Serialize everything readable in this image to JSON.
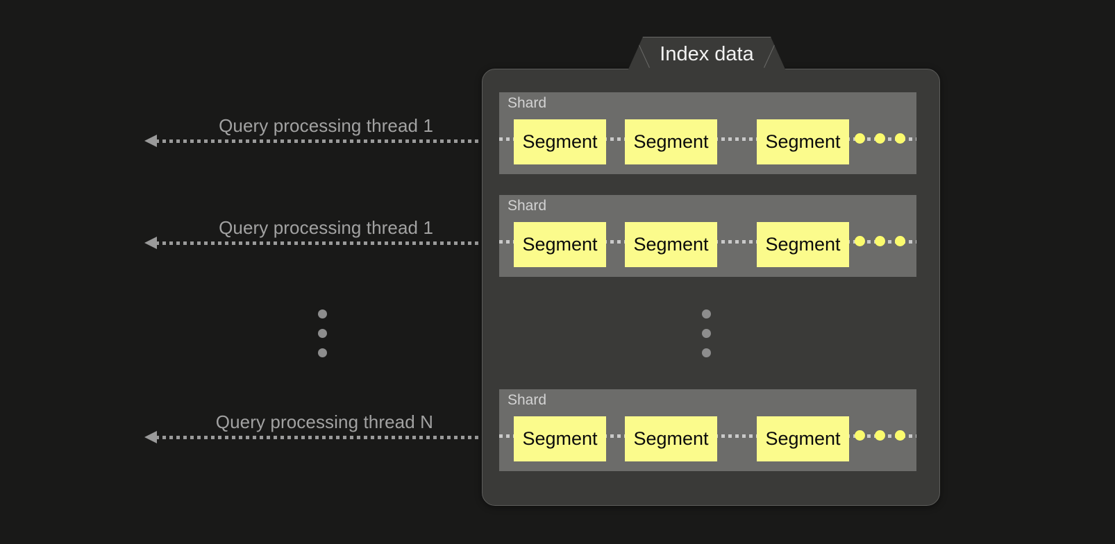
{
  "diagram": {
    "title": "Index data",
    "background_color": "#191918",
    "container_color": "#3a3a38",
    "shard_color": "#6c6c6a",
    "segment_color": "#fbfb8c",
    "line_color": "#9a9a9a",
    "label_color": "#a2a2a2",
    "threads": [
      {
        "label": "Query processing thread 1"
      },
      {
        "label": "Query processing thread 1"
      },
      {
        "label": "Query processing thread N"
      }
    ],
    "shards": [
      {
        "label": "Shard",
        "segments": [
          {
            "label": "Segment"
          },
          {
            "label": "Segment"
          },
          {
            "label": "Segment"
          }
        ],
        "more_indicator": "three-yellow-dots"
      },
      {
        "label": "Shard",
        "segments": [
          {
            "label": "Segment"
          },
          {
            "label": "Segment"
          },
          {
            "label": "Segment"
          }
        ],
        "more_indicator": "three-yellow-dots"
      },
      {
        "label": "Shard",
        "segments": [
          {
            "label": "Segment"
          },
          {
            "label": "Segment"
          },
          {
            "label": "Segment"
          }
        ],
        "more_indicator": "three-yellow-dots"
      }
    ],
    "ellipsis": {
      "left": "vertical-dots",
      "center": "vertical-dots"
    }
  }
}
